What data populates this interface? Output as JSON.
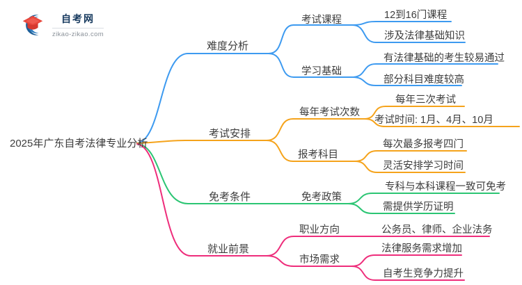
{
  "logo": {
    "title": "自考网",
    "domain": "zikao-zikao.com"
  },
  "root": {
    "label": "2025年广东自考法律专业分析"
  },
  "palette": {
    "blue": "#3D9AF0",
    "orange": "#F5A31B",
    "green": "#2BC573",
    "pink": "#EE2D7B",
    "text": "#3D3D3D",
    "logo_navy": "#16395E",
    "logo_red": "#E8473C"
  },
  "branches": [
    {
      "label": "难度分析",
      "color": "#3D9AF0",
      "children": [
        {
          "label": "考试课程",
          "leaves": [
            "12到16门课程",
            "涉及法律基础知识"
          ]
        },
        {
          "label": "学习基础",
          "leaves": [
            "有法律基础的考生较易通过",
            "部分科目难度较高"
          ]
        }
      ]
    },
    {
      "label": "考试安排",
      "color": "#F5A31B",
      "children": [
        {
          "label": "每年考试次数",
          "leaves": [
            "每年三次考试",
            "考试时间: 1月、4月、10月"
          ]
        },
        {
          "label": "报考科目",
          "leaves": [
            "每次最多报考四门",
            "灵活安排学习时间"
          ]
        }
      ]
    },
    {
      "label": "免考条件",
      "color": "#2BC573",
      "children": [
        {
          "label": "免考政策",
          "leaves": [
            "专科与本科课程一致可免考",
            "需提供学历证明"
          ]
        }
      ]
    },
    {
      "label": "就业前景",
      "color": "#EE2D7B",
      "children": [
        {
          "label": "职业方向",
          "leaves": [
            "公务员、律师、企业法务"
          ]
        },
        {
          "label": "市场需求",
          "leaves": [
            "法律服务需求增加",
            "自考生竞争力提升"
          ]
        }
      ]
    }
  ]
}
